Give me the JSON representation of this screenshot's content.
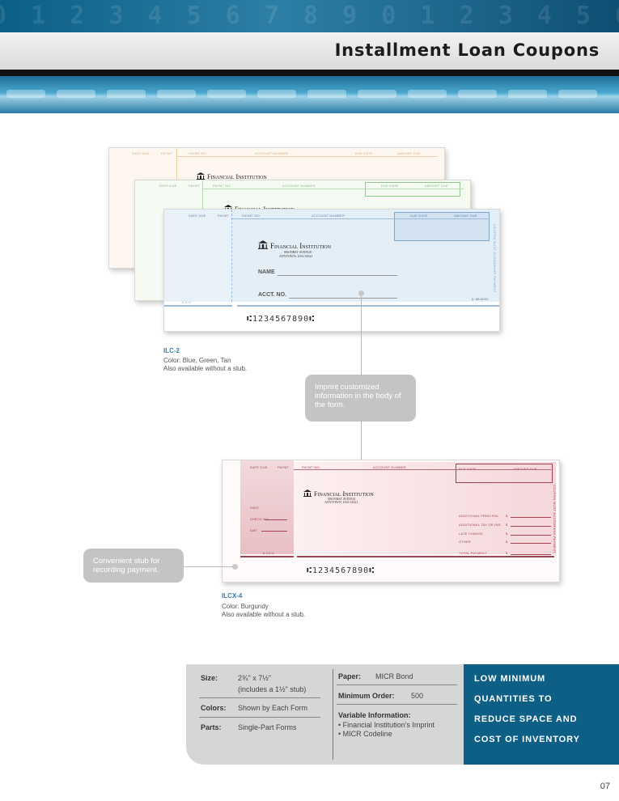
{
  "header": {
    "title": "Installment Loan Coupons"
  },
  "coupon_form": {
    "col_headers": {
      "date_due": "DATE DUE",
      "paymt": "PAYMT",
      "paymt_no": "PAYMT NO.",
      "account_number": "ACCOUNT NUMBER",
      "due_date": "DUE DATE",
      "amount_due": "AMOUNT DUE"
    },
    "institution": "Financial Institution",
    "address_1": "000 FIRST AVENUE",
    "address_2": "ANYTOWN, USA 54321",
    "name_label": "NAME",
    "acct_label": "ACCT. NO.",
    "micr": "⑆1234567890⑆",
    "side_text": "COUPON MUST ACCOMPANY PAYMENT",
    "stub_fields": [
      "DATE",
      "CHECK NO.",
      "AMT."
    ],
    "right_fields": [
      "ADDITIONAL PRINCIPAL",
      "ADDITIONAL TAX OR INS.",
      "LATE CHARGE",
      "OTHER",
      "TOTAL PAYMENT"
    ],
    "dollar": "$",
    "stub_code_1": "ILC-2",
    "stub_code_2": "ILCX-4",
    "small_code": "IL ML6091"
  },
  "products": [
    {
      "code": "ILC-2",
      "color_line": "Color: Blue, Green, Tan",
      "note": "Also available without a stub."
    },
    {
      "code": "ILCX-4",
      "color_line": "Color: Burgundy",
      "note": "Also available without a stub."
    }
  ],
  "callouts": {
    "imprint": "Imprint customized information in the body of the form.",
    "stub": "Convenient stub for recording payment."
  },
  "specs": {
    "size_label": "Size:",
    "size_value": "2¾\" x 7½\"",
    "size_note": "(includes a 1½\" stub)",
    "colors_label": "Colors:",
    "colors_value": "Shown by Each Form",
    "parts_label": "Parts:",
    "parts_value": "Single-Part Forms",
    "paper_label": "Paper:",
    "paper_value": "MICR Bond",
    "min_order_label": "Minimum Order:",
    "min_order_value": "500",
    "variable_label": "Variable Information:",
    "variable_items": [
      "• Financial Institution's Imprint",
      "• MICR Codeline"
    ]
  },
  "promo": [
    "LOW MINIMUM",
    "QUANTITIES TO",
    "REDUCE SPACE AND",
    "COST OF INVENTORY"
  ],
  "page_number": "07",
  "colors": {
    "brand_blue": "#0e5f86",
    "caption_blue": "#3b7ca5",
    "tan_ink": "#e0a878",
    "green_ink": "#7fbf7a",
    "blue_ink": "#7ea6c8",
    "burgundy_ink": "#a2434f"
  }
}
